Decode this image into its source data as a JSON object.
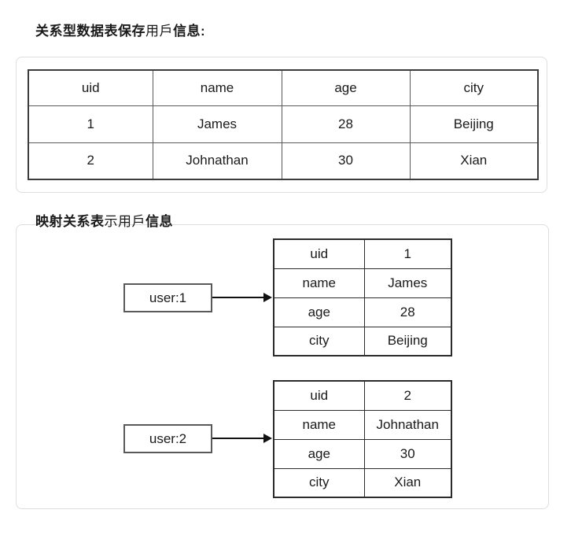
{
  "page": {
    "background": "#ffffff",
    "text_color": "#1a1a1a",
    "card_border_color": "#dedede",
    "table_border_color": "#3c3c3c",
    "diagram_border_color": "#2b2b2b"
  },
  "heading_relational": {
    "bold_prefix": "关系型数据表保存",
    "regular_mid": "用戶",
    "bold_suffix": "信息:"
  },
  "relational_table": {
    "columns": [
      "uid",
      "name",
      "age",
      "city"
    ],
    "rows": [
      [
        "1",
        "James",
        "28",
        "Beijing"
      ],
      [
        "2",
        "Johnathan",
        "30",
        "Xian"
      ]
    ]
  },
  "heading_mapping": {
    "bold_prefix": "映射关系表",
    "regular_mid": "示用戶",
    "bold_suffix": "信息"
  },
  "mappings": [
    {
      "key": "user:1",
      "fields": [
        [
          "uid",
          "1"
        ],
        [
          "name",
          "James"
        ],
        [
          "age",
          "28"
        ],
        [
          "city",
          "Beijing"
        ]
      ]
    },
    {
      "key": "user:2",
      "fields": [
        [
          "uid",
          "2"
        ],
        [
          "name",
          "Johnathan"
        ],
        [
          "age",
          "30"
        ],
        [
          "city",
          "Xian"
        ]
      ]
    }
  ]
}
